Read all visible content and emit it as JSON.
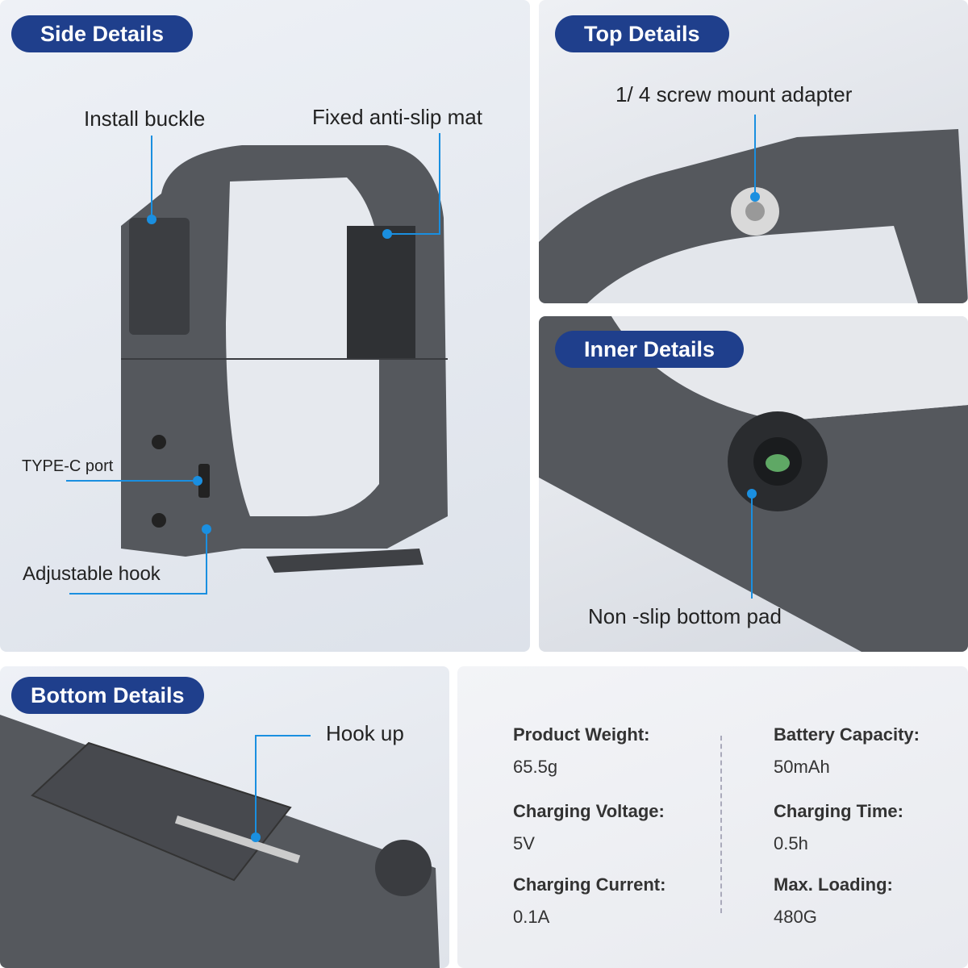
{
  "sections": {
    "side": {
      "title": "Side Details",
      "callouts": {
        "install_buckle": "Install buckle",
        "anti_slip_mat": "Fixed anti-slip mat",
        "type_c": "TYPE-C port",
        "hook": "Adjustable hook"
      }
    },
    "top": {
      "title": "Top Details",
      "callouts": {
        "screw": "1/ 4 screw mount adapter"
      }
    },
    "inner": {
      "title": "Inner Details",
      "callouts": {
        "pad": "Non -slip bottom pad"
      }
    },
    "bottom": {
      "title": "Bottom Details",
      "callouts": {
        "hook_up": "Hook up"
      }
    }
  },
  "specs": [
    {
      "label": "Product Weight:",
      "value": "65.5g"
    },
    {
      "label": "Charging Voltage:",
      "value": "5V"
    },
    {
      "label": "Charging Current:",
      "value": "0.1A"
    },
    {
      "label": "Battery Capacity:",
      "value": "50mAh"
    },
    {
      "label": "Charging Time:",
      "value": "0.5h"
    },
    {
      "label": "Max. Loading:",
      "value": "480G"
    }
  ],
  "colors": {
    "badge": "#1f3f8c",
    "callout": "#1a8fe0",
    "product": "#4a4d52"
  }
}
